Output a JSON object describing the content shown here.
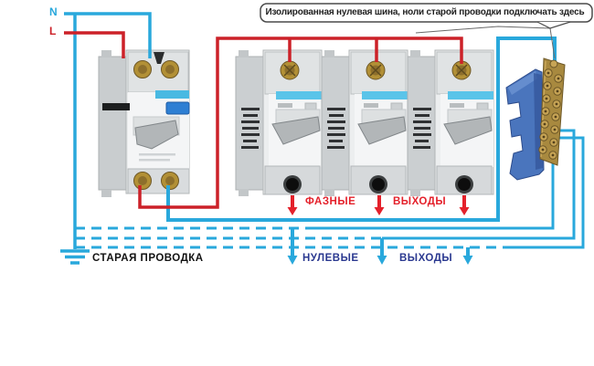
{
  "callout": {
    "text": "Изолированная нулевая шина, ноли старой проводки подключать здесь"
  },
  "supply": {
    "neutral_label": "N",
    "line_label": "L"
  },
  "bottom_labels": {
    "phase_outputs": [
      "ФАЗНЫЕ",
      "ВЫХОДЫ"
    ],
    "neutral_outputs": [
      "НУЛЕВЫЕ",
      "ВЫХОДЫ"
    ],
    "old_wiring": "СТАРАЯ ПРОВОДКА"
  },
  "colors": {
    "neutral_wire": "#29a8dc",
    "phase_wire": "#cc2128",
    "phase_label_text": "#e4212b",
    "neutral_label_text": "#2b3990",
    "old_wiring_text": "#121212",
    "breaker_body": "#eceeef",
    "bus_holder_blue": "#4a75bd",
    "brass": "#a8893f",
    "background": "#ffffff"
  },
  "icons": {
    "ground": "ground-symbol",
    "phase_arrow": "red-down-arrow",
    "neutral_arrow": "cyan-down-arrow"
  }
}
